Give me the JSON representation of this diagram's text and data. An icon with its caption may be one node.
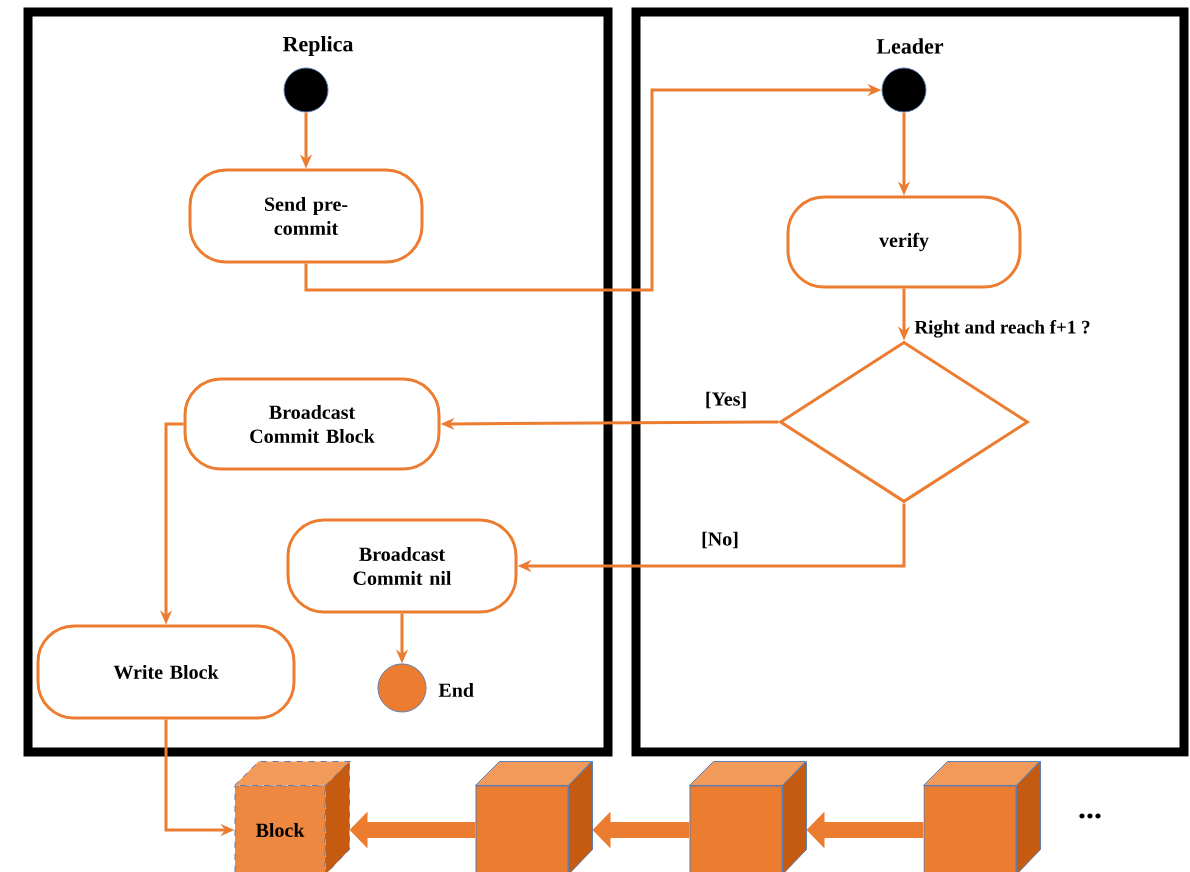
{
  "diagram": {
    "nodes": [
      {
        "text": [
          "Replica"
        ]
      },
      {
        "text": [
          "Leader"
        ]
      },
      {
        "text": [],
        "shape": "circle",
        "in": 0
      },
      {
        "text": [
          "Send pre-commit"
        ],
        "in": 0
      },
      {
        "text": [],
        "shape": "circle",
        "in": 1
      },
      {
        "text": [
          "verify"
        ],
        "in": 1
      },
      {
        "text": [],
        "shape": "diamond",
        "in": 1,
        "beside": [
          "Right and reach f+1 ?"
        ]
      },
      {
        "text": [
          "Broadcast Commit Block"
        ],
        "in": 0
      },
      {
        "text": [
          "Broadcast Commit nil"
        ],
        "in": 0
      },
      {
        "text": [
          "Write Block"
        ],
        "in": 0
      },
      {
        "text": [],
        "shape": "circle",
        "in": 0,
        "beside": [
          "End"
        ]
      },
      {
        "text": [
          "Block"
        ]
      },
      {
        "text": [],
        "shape": "cube"
      },
      {
        "text": [],
        "shape": "cube"
      },
      {
        "text": [],
        "shape": "cube"
      }
    ],
    "edges": [
      {
        "from": 2,
        "to": 3,
        "arrow": "to"
      },
      {
        "from": 3,
        "to": 4,
        "arrow": "to"
      },
      {
        "from": 4,
        "to": 5,
        "arrow": "to"
      },
      {
        "from": 5,
        "to": 6,
        "arrow": "to"
      },
      {
        "from": 6,
        "to": 7,
        "arrow": "to",
        "label": "[Yes]"
      },
      {
        "from": 6,
        "to": 8,
        "arrow": "to",
        "label": "[No]"
      },
      {
        "from": 7,
        "to": 9,
        "arrow": "to"
      },
      {
        "from": 8,
        "to": 10,
        "arrow": "to"
      },
      {
        "from": 9,
        "to": 11,
        "arrow": "to"
      },
      {
        "from": 12,
        "to": 11,
        "arrow": "to",
        "style": "thick"
      },
      {
        "from": 13,
        "to": 12,
        "arrow": "to",
        "style": "thick"
      },
      {
        "from": 14,
        "to": 13,
        "arrow": "to",
        "style": "thick"
      }
    ],
    "labels": [
      "..."
    ]
  }
}
